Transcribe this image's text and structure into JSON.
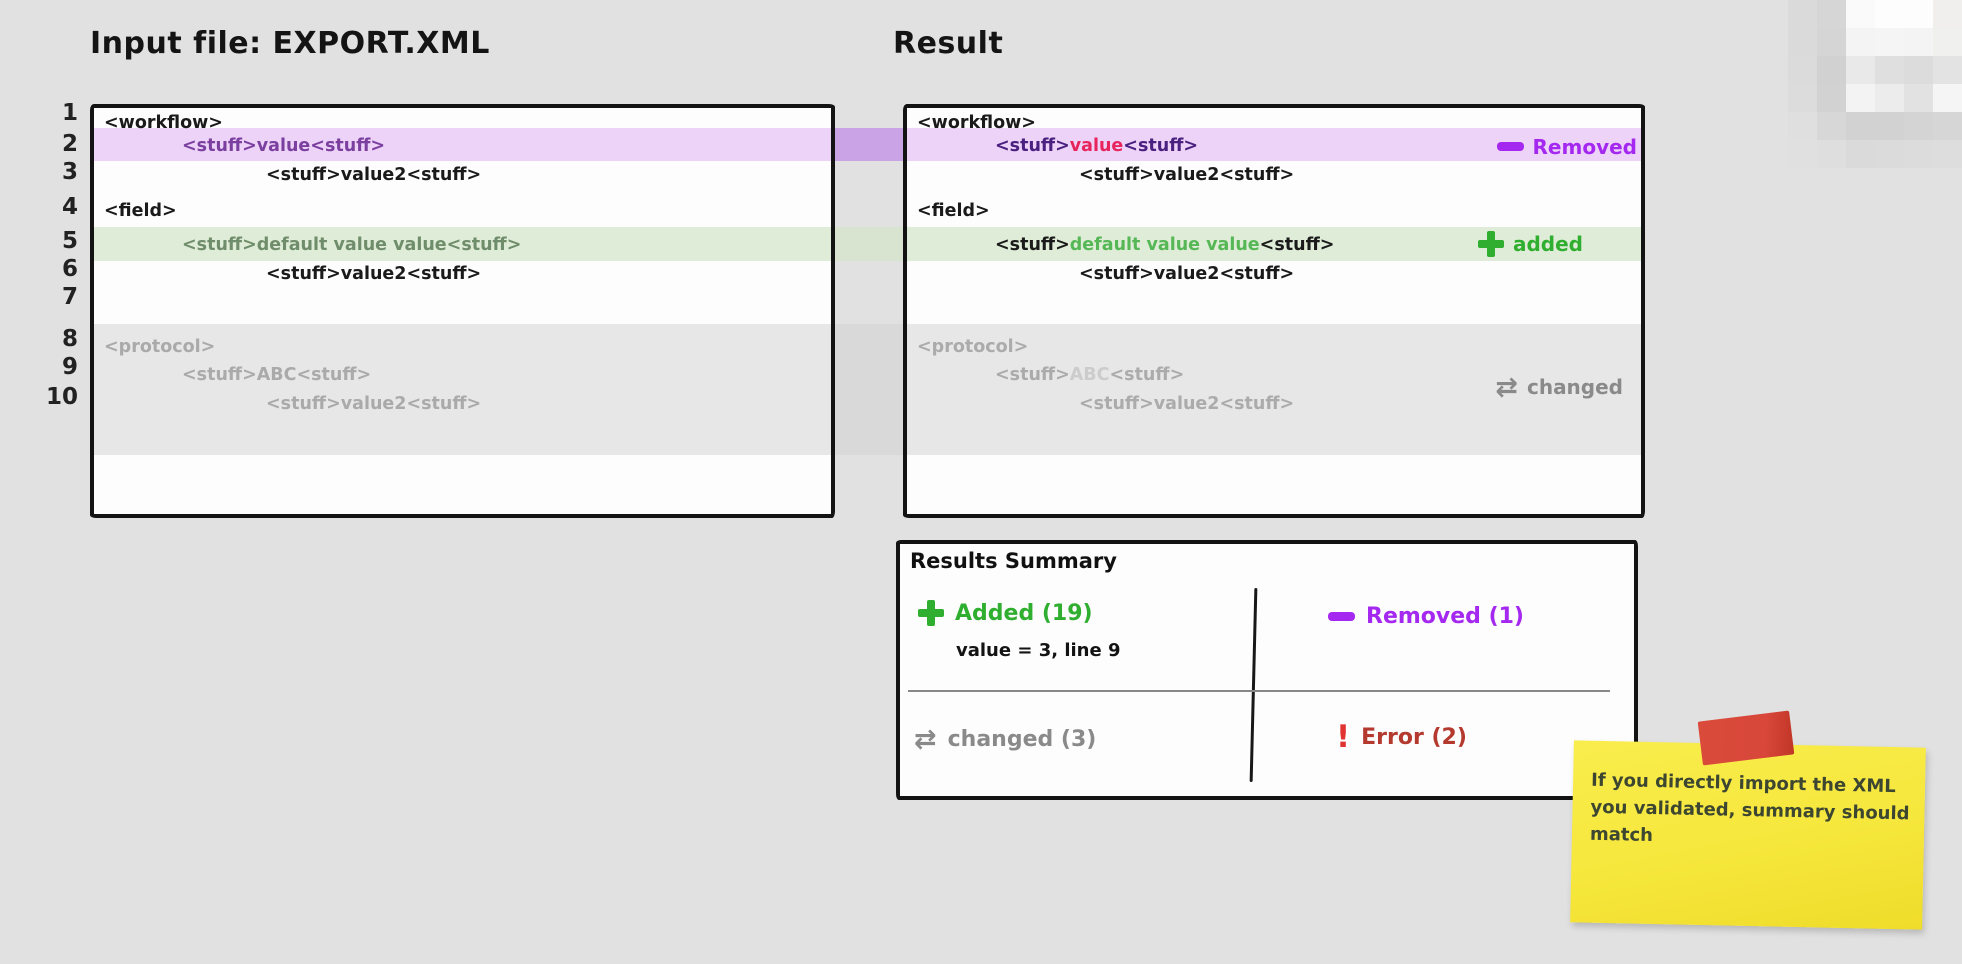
{
  "titles": {
    "left": "Input file: EXPORT.XML",
    "right": "Result"
  },
  "line_numbers": [
    "1",
    "2",
    "3",
    "4",
    "5",
    "6",
    "7",
    "8",
    "9",
    "10"
  ],
  "colors": {
    "purple_band": "#ecd3f7",
    "green_band": "#dfecd7",
    "gray_band": "#e7e7e7",
    "purple_gap": "#c9a3e6",
    "green_gap": "#d8e3d0",
    "gray_gap": "#d9d9d9",
    "removed_purple": "#a428ef",
    "added_green": "#2fae2f",
    "changed_gray": "#8a8a8a",
    "error_red": "#b4392e",
    "error_icon_red": "#e23333"
  },
  "icons": {
    "changed_glyph": "⇄",
    "error_glyph": "!"
  },
  "input_panel": {
    "rows": [
      {
        "line": 1,
        "indent": 0,
        "segments": [
          {
            "text": "<workflow>",
            "color": "#1a1a1a"
          }
        ]
      },
      {
        "line": 2,
        "indent": 1,
        "segments": [
          {
            "text": "<stuff>value<stuff>",
            "color": "#7b3fa0"
          }
        ]
      },
      {
        "line": 3,
        "indent": 2,
        "segments": [
          {
            "text": "<stuff>value2<stuff>",
            "color": "#1a1a1a"
          }
        ]
      },
      {
        "line": 4,
        "indent": 0,
        "segments": [
          {
            "text": "<field>",
            "color": "#1a1a1a"
          }
        ]
      },
      {
        "line": 5,
        "indent": 1,
        "segments": [
          {
            "text": "<stuff>default value value<stuff>",
            "color": "#6f8d6a"
          }
        ]
      },
      {
        "line": 6,
        "indent": 2,
        "segments": [
          {
            "text": "<stuff>value2<stuff>",
            "color": "#1a1a1a"
          }
        ]
      },
      {
        "line": 8,
        "indent": 0,
        "segments": [
          {
            "text": "<protocol>",
            "color": "#aaaaaa"
          }
        ]
      },
      {
        "line": 9,
        "indent": 1,
        "segments": [
          {
            "text": "<stuff>ABC<stuff>",
            "color": "#aaaaaa"
          }
        ]
      },
      {
        "line": 10,
        "indent": 2,
        "segments": [
          {
            "text": "<stuff>value2<stuff>",
            "color": "#aaaaaa"
          }
        ]
      }
    ]
  },
  "result_panel": {
    "rows": [
      {
        "line": 1,
        "indent": 0,
        "segments": [
          {
            "text": "<workflow>",
            "color": "#1a1a1a"
          }
        ]
      },
      {
        "line": 2,
        "indent": 1,
        "segments": [
          {
            "text": "<stuff>",
            "color": "#4a2080"
          },
          {
            "text": "value",
            "color": "#e8245c"
          },
          {
            "text": "<stuff>",
            "color": "#4a2080"
          }
        ]
      },
      {
        "line": 3,
        "indent": 2,
        "segments": [
          {
            "text": "<stuff>value2<stuff>",
            "color": "#1a1a1a"
          }
        ]
      },
      {
        "line": 4,
        "indent": 0,
        "segments": [
          {
            "text": "<field>",
            "color": "#1a1a1a"
          }
        ]
      },
      {
        "line": 5,
        "indent": 1,
        "segments": [
          {
            "text": "<stuff>",
            "color": "#1a1a1a"
          },
          {
            "text": "default value value",
            "color": "#55b755"
          },
          {
            "text": "<stuff>",
            "color": "#1a1a1a"
          }
        ]
      },
      {
        "line": 6,
        "indent": 2,
        "segments": [
          {
            "text": "<stuff>value2<stuff>",
            "color": "#1a1a1a"
          }
        ]
      },
      {
        "line": 8,
        "indent": 0,
        "segments": [
          {
            "text": "<protocol>",
            "color": "#ababab"
          }
        ]
      },
      {
        "line": 9,
        "indent": 1,
        "segments": [
          {
            "text": "<stuff>",
            "color": "#ababab"
          },
          {
            "text": "ABC",
            "color": "#cccccc"
          },
          {
            "text": "<stuff>",
            "color": "#ababab"
          }
        ]
      },
      {
        "line": 10,
        "indent": 2,
        "segments": [
          {
            "text": "<stuff>value2<stuff>",
            "color": "#ababab"
          }
        ]
      }
    ],
    "badges": {
      "removed": "Removed",
      "added": "added",
      "changed": "changed"
    }
  },
  "summary": {
    "title": "Results Summary",
    "added": {
      "label": "Added (19)",
      "detail": "value = 3, line 9"
    },
    "removed": {
      "label": "Removed (1)"
    },
    "changed": {
      "label": "changed (3)"
    },
    "error": {
      "label": "Error (2)"
    }
  },
  "sticky_note": {
    "lines": [
      "If you directly import the XML",
      "you validated, summary should",
      "match"
    ]
  },
  "pixelated_corner": {
    "colors": [
      [
        "#dadada",
        "#d6d6d6",
        "#fafafa",
        "#fdfdfd",
        "#fdfdfd",
        "#f1efed"
      ],
      [
        "#dadada",
        "#d5d5d5",
        "#f4f4f4",
        "#f5f5f5",
        "#f4f4f4",
        "#f0f0ef"
      ],
      [
        "#dbdbdb",
        "#d1d1d1",
        "#e9e9e9",
        "#dfdfdf",
        "#dcdcdc",
        "#e3e3e3"
      ],
      [
        "#dcdcdc",
        "#d2d2d2",
        "#f3f3f3",
        "#ececec",
        "#e2e2e2",
        "#f5f5f5"
      ],
      [
        "#dfdfdf",
        "#d7d7d7",
        "#d2d2d2",
        "#d2d2d2",
        "#d4d4d4",
        "#d6d6d6"
      ],
      [
        "#e0e0e0",
        "#dedede",
        "#dadada",
        "#dbdbdb",
        "#dcdcdc",
        "#dddddd"
      ]
    ]
  }
}
